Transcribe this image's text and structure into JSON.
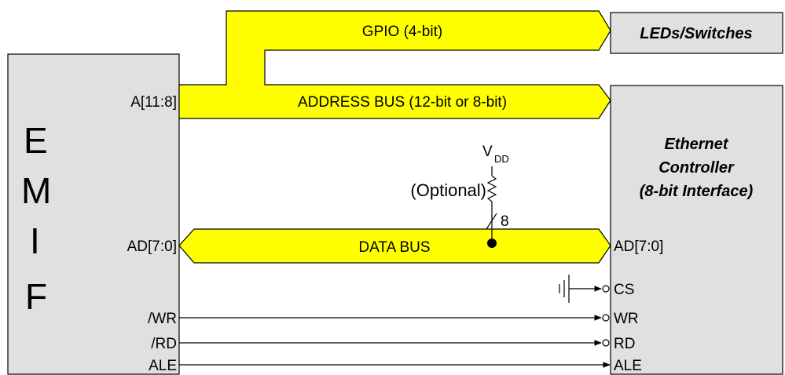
{
  "colors": {
    "bus_fill": "#ffff00",
    "block_fill": "#e0e0e0",
    "stroke": "#000000"
  },
  "emif": {
    "letters": [
      "E",
      "M",
      "I",
      "F"
    ],
    "pins": {
      "a_hi": "A[11:8]",
      "ad": "AD[7:0]",
      "wr": "/WR",
      "rd": "/RD",
      "ale": "ALE"
    }
  },
  "leds_box": {
    "label": "LEDs/Switches"
  },
  "ethernet": {
    "title_lines": [
      "Ethernet",
      "Controller",
      "(8-bit Interface)"
    ],
    "pins": {
      "ad": "AD[7:0]",
      "cs": "CS",
      "wr": "WR",
      "rd": "RD",
      "ale": "ALE"
    }
  },
  "buses": {
    "gpio": "GPIO (4-bit)",
    "address": "ADDRESS BUS (12-bit or 8-bit)",
    "data": "DATA BUS"
  },
  "pullup": {
    "vdd_main": "V",
    "vdd_sub": "DD",
    "optional": "(Optional)",
    "width": "8"
  },
  "icons": {
    "resistor": "resistor-icon",
    "ground": "ground-icon",
    "bus_tap": "bus-width-slash-icon"
  }
}
